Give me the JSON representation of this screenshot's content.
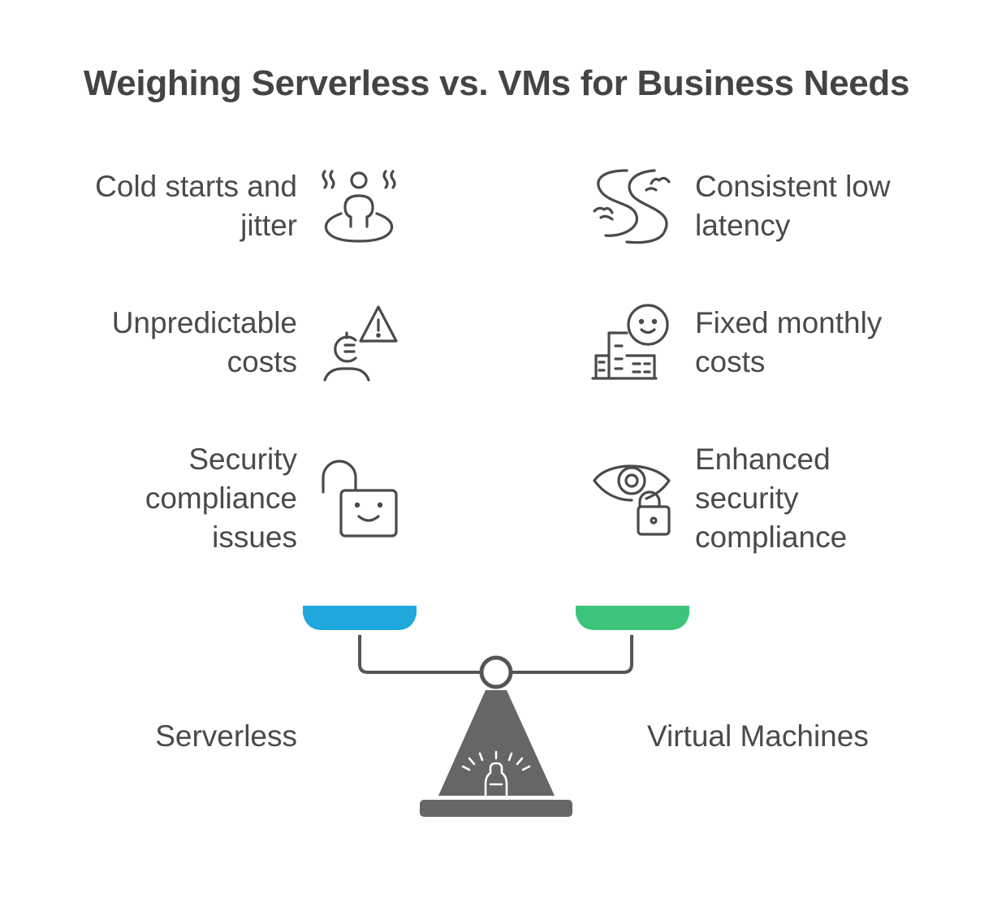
{
  "title": "Weighing Serverless vs. VMs for Business Needs",
  "left": {
    "label": "Serverless",
    "color": "#1EA8DB",
    "items": [
      {
        "lines": [
          "Cold starts and",
          "jitter"
        ],
        "icon": "person-rising-steam-icon"
      },
      {
        "lines": [
          "Unpredictable",
          "costs"
        ],
        "icon": "person-cost-warning-icon"
      },
      {
        "lines": [
          "Security",
          "compliance",
          "issues"
        ],
        "icon": "unlocked-padlock-icon"
      }
    ]
  },
  "right": {
    "label": "Virtual Machines",
    "color": "#3CC47C",
    "items": [
      {
        "lines": [
          "Consistent low",
          "latency"
        ],
        "icon": "smooth-river-road-icon"
      },
      {
        "lines": [
          "Fixed monthly",
          "costs"
        ],
        "icon": "happy-building-icon"
      },
      {
        "lines": [
          "Enhanced",
          "security",
          "compliance"
        ],
        "icon": "eye-padlock-icon"
      }
    ]
  },
  "scale": {
    "icon": "balance-scale-icon",
    "base_color": "#666666"
  }
}
